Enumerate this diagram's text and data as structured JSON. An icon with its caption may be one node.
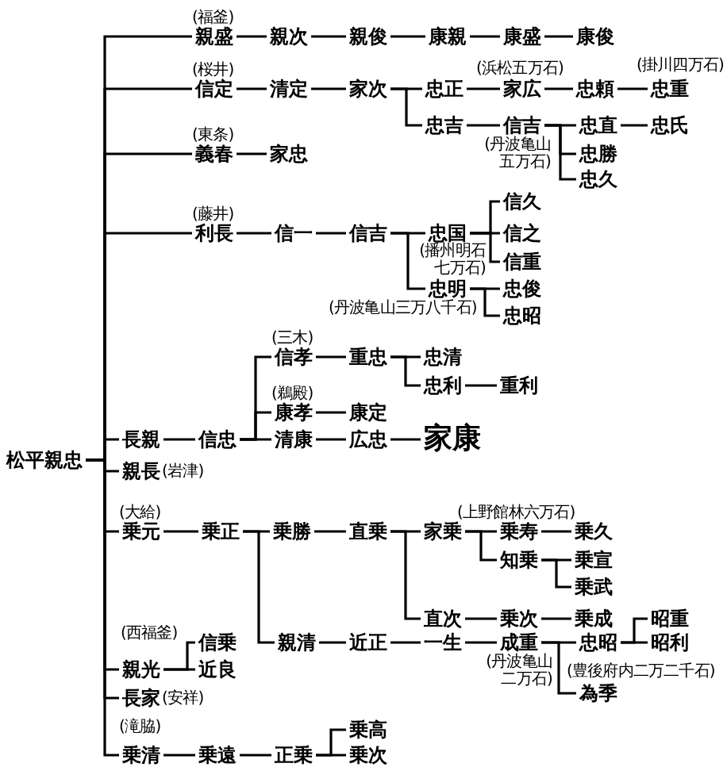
{
  "diagram": {
    "nodes": [
      {
        "text": [
          "松平親忠"
        ]
      },
      {
        "text": [
          "親盛"
        ],
        "beside": [
          "(福釜)"
        ]
      },
      {
        "text": [
          "親次"
        ]
      },
      {
        "text": [
          "親俊"
        ]
      },
      {
        "text": [
          "康親"
        ]
      },
      {
        "text": [
          "康盛"
        ]
      },
      {
        "text": [
          "康俊"
        ]
      },
      {
        "text": [
          "信定"
        ],
        "beside": [
          "(桜井)"
        ]
      },
      {
        "text": [
          "清定"
        ]
      },
      {
        "text": [
          "家次"
        ]
      },
      {
        "text": [
          "忠正"
        ]
      },
      {
        "text": [
          "家広"
        ],
        "beside": [
          "(浜松五万石)"
        ]
      },
      {
        "text": [
          "忠頼"
        ]
      },
      {
        "text": [
          "忠重"
        ],
        "beside": [
          "(掛川四万石)"
        ]
      },
      {
        "text": [
          "忠吉"
        ]
      },
      {
        "text": [
          "信吉"
        ],
        "beside": [
          "(丹波亀山五万石)"
        ]
      },
      {
        "text": [
          "忠直"
        ]
      },
      {
        "text": [
          "忠氏"
        ]
      },
      {
        "text": [
          "忠勝"
        ]
      },
      {
        "text": [
          "忠久"
        ]
      },
      {
        "text": [
          "義春"
        ],
        "beside": [
          "(東条)"
        ]
      },
      {
        "text": [
          "家忠"
        ]
      },
      {
        "text": [
          "利長"
        ],
        "beside": [
          "(藤井)"
        ]
      },
      {
        "text": [
          "信一"
        ]
      },
      {
        "text": [
          "信吉"
        ]
      },
      {
        "text": [
          "忠国"
        ],
        "beside": [
          "(播州明石七万石)"
        ]
      },
      {
        "text": [
          "信久"
        ]
      },
      {
        "text": [
          "信之"
        ]
      },
      {
        "text": [
          "信重"
        ]
      },
      {
        "text": [
          "忠明"
        ],
        "beside": [
          "(丹波亀山三万八千石)"
        ]
      },
      {
        "text": [
          "忠俊"
        ]
      },
      {
        "text": [
          "忠昭"
        ]
      },
      {
        "text": [
          "長親"
        ]
      },
      {
        "text": [
          "信忠"
        ]
      },
      {
        "text": [
          "信孝"
        ],
        "beside": [
          "(三木)"
        ]
      },
      {
        "text": [
          "重忠"
        ]
      },
      {
        "text": [
          "忠清"
        ]
      },
      {
        "text": [
          "忠利"
        ]
      },
      {
        "text": [
          "重利"
        ]
      },
      {
        "text": [
          "康孝"
        ],
        "beside": [
          "(鵜殿)"
        ]
      },
      {
        "text": [
          "康定"
        ]
      },
      {
        "text": [
          "清康"
        ]
      },
      {
        "text": [
          "広忠"
        ]
      },
      {
        "text": [
          "家康"
        ]
      },
      {
        "text": [
          "親長"
        ],
        "beside": [
          "(岩津)"
        ]
      },
      {
        "text": [
          "乗元"
        ],
        "beside": [
          "(大給)"
        ]
      },
      {
        "text": [
          "乗正"
        ]
      },
      {
        "text": [
          "乗勝"
        ]
      },
      {
        "text": [
          "直乗"
        ]
      },
      {
        "text": [
          "家乗"
        ]
      },
      {
        "text": [
          "乗寿"
        ],
        "beside": [
          "(上野館林六万石)"
        ]
      },
      {
        "text": [
          "乗久"
        ]
      },
      {
        "text": [
          "知乗"
        ]
      },
      {
        "text": [
          "乗宣"
        ]
      },
      {
        "text": [
          "乗武"
        ]
      },
      {
        "text": [
          "直次"
        ]
      },
      {
        "text": [
          "乗次"
        ]
      },
      {
        "text": [
          "乗成"
        ]
      },
      {
        "text": [
          "親清"
        ]
      },
      {
        "text": [
          "近正"
        ]
      },
      {
        "text": [
          "一生"
        ]
      },
      {
        "text": [
          "成重"
        ],
        "beside": [
          "(丹波亀山二万石)"
        ]
      },
      {
        "text": [
          "忠昭"
        ],
        "beside": [
          "(豊後府内二万二千石)"
        ]
      },
      {
        "text": [
          "昭重"
        ]
      },
      {
        "text": [
          "昭利"
        ]
      },
      {
        "text": [
          "為季"
        ]
      },
      {
        "text": [
          "親光"
        ],
        "beside": [
          "(西福釜)"
        ]
      },
      {
        "text": [
          "信乗"
        ]
      },
      {
        "text": [
          "近良"
        ]
      },
      {
        "text": [
          "長家"
        ],
        "beside": [
          "(安祥)"
        ]
      },
      {
        "text": [
          "乗清"
        ],
        "beside": [
          "(滝脇)"
        ]
      },
      {
        "text": [
          "乗遠"
        ]
      },
      {
        "text": [
          "正乗"
        ]
      },
      {
        "text": [
          "乗高"
        ]
      },
      {
        "text": [
          "乗次"
        ]
      }
    ],
    "edges": [
      {
        "from": 0,
        "to": 1,
        "arrow": "none"
      },
      {
        "from": 0,
        "to": 7,
        "arrow": "none"
      },
      {
        "from": 0,
        "to": 20,
        "arrow": "none"
      },
      {
        "from": 0,
        "to": 22,
        "arrow": "none"
      },
      {
        "from": 0,
        "to": 32,
        "arrow": "none"
      },
      {
        "from": 0,
        "to": 44,
        "arrow": "none"
      },
      {
        "from": 0,
        "to": 45,
        "arrow": "none"
      },
      {
        "from": 0,
        "to": 66,
        "arrow": "none"
      },
      {
        "from": 0,
        "to": 69,
        "arrow": "none"
      },
      {
        "from": 0,
        "to": 70,
        "arrow": "none"
      },
      {
        "from": 1,
        "to": 2,
        "arrow": "none"
      },
      {
        "from": 2,
        "to": 3,
        "arrow": "none"
      },
      {
        "from": 3,
        "to": 4,
        "arrow": "none"
      },
      {
        "from": 4,
        "to": 5,
        "arrow": "none"
      },
      {
        "from": 5,
        "to": 6,
        "arrow": "none"
      },
      {
        "from": 7,
        "to": 8,
        "arrow": "none"
      },
      {
        "from": 8,
        "to": 9,
        "arrow": "none"
      },
      {
        "from": 9,
        "to": 10,
        "arrow": "none"
      },
      {
        "from": 9,
        "to": 14,
        "arrow": "none"
      },
      {
        "from": 10,
        "to": 11,
        "arrow": "none"
      },
      {
        "from": 11,
        "to": 12,
        "arrow": "none"
      },
      {
        "from": 12,
        "to": 13,
        "arrow": "none"
      },
      {
        "from": 14,
        "to": 15,
        "arrow": "none"
      },
      {
        "from": 15,
        "to": 16,
        "arrow": "none"
      },
      {
        "from": 15,
        "to": 18,
        "arrow": "none"
      },
      {
        "from": 15,
        "to": 19,
        "arrow": "none"
      },
      {
        "from": 16,
        "to": 17,
        "arrow": "none"
      },
      {
        "from": 20,
        "to": 21,
        "arrow": "none"
      },
      {
        "from": 22,
        "to": 23,
        "arrow": "none"
      },
      {
        "from": 23,
        "to": 24,
        "arrow": "none"
      },
      {
        "from": 24,
        "to": 25,
        "arrow": "none"
      },
      {
        "from": 24,
        "to": 29,
        "arrow": "none"
      },
      {
        "from": 25,
        "to": 26,
        "arrow": "none"
      },
      {
        "from": 25,
        "to": 27,
        "arrow": "none"
      },
      {
        "from": 25,
        "to": 28,
        "arrow": "none"
      },
      {
        "from": 29,
        "to": 30,
        "arrow": "none"
      },
      {
        "from": 29,
        "to": 31,
        "arrow": "none"
      },
      {
        "from": 32,
        "to": 33,
        "arrow": "none"
      },
      {
        "from": 33,
        "to": 34,
        "arrow": "none"
      },
      {
        "from": 33,
        "to": 39,
        "arrow": "none"
      },
      {
        "from": 33,
        "to": 41,
        "arrow": "none"
      },
      {
        "from": 34,
        "to": 35,
        "arrow": "none"
      },
      {
        "from": 35,
        "to": 36,
        "arrow": "none"
      },
      {
        "from": 35,
        "to": 37,
        "arrow": "none"
      },
      {
        "from": 37,
        "to": 38,
        "arrow": "none"
      },
      {
        "from": 39,
        "to": 40,
        "arrow": "none"
      },
      {
        "from": 41,
        "to": 42,
        "arrow": "none"
      },
      {
        "from": 42,
        "to": 43,
        "arrow": "none"
      },
      {
        "from": 45,
        "to": 46,
        "arrow": "none"
      },
      {
        "from": 46,
        "to": 47,
        "arrow": "none"
      },
      {
        "from": 46,
        "to": 58,
        "arrow": "none"
      },
      {
        "from": 47,
        "to": 48,
        "arrow": "none"
      },
      {
        "from": 48,
        "to": 49,
        "arrow": "none"
      },
      {
        "from": 48,
        "to": 55,
        "arrow": "none"
      },
      {
        "from": 49,
        "to": 50,
        "arrow": "none"
      },
      {
        "from": 49,
        "to": 52,
        "arrow": "none"
      },
      {
        "from": 50,
        "to": 51,
        "arrow": "none"
      },
      {
        "from": 52,
        "to": 53,
        "arrow": "none"
      },
      {
        "from": 52,
        "to": 54,
        "arrow": "none"
      },
      {
        "from": 55,
        "to": 56,
        "arrow": "none"
      },
      {
        "from": 56,
        "to": 57,
        "arrow": "none"
      },
      {
        "from": 58,
        "to": 59,
        "arrow": "none"
      },
      {
        "from": 59,
        "to": 60,
        "arrow": "none"
      },
      {
        "from": 60,
        "to": 61,
        "arrow": "none"
      },
      {
        "from": 61,
        "to": 62,
        "arrow": "none"
      },
      {
        "from": 61,
        "to": 65,
        "arrow": "none"
      },
      {
        "from": 62,
        "to": 63,
        "arrow": "none"
      },
      {
        "from": 62,
        "to": 64,
        "arrow": "none"
      },
      {
        "from": 66,
        "to": 67,
        "arrow": "none"
      },
      {
        "from": 66,
        "to": 68,
        "arrow": "none"
      },
      {
        "from": 70,
        "to": 71,
        "arrow": "none"
      },
      {
        "from": 71,
        "to": 72,
        "arrow": "none"
      },
      {
        "from": 72,
        "to": 73,
        "arrow": "none"
      },
      {
        "from": 72,
        "to": 74,
        "arrow": "none"
      }
    ]
  }
}
